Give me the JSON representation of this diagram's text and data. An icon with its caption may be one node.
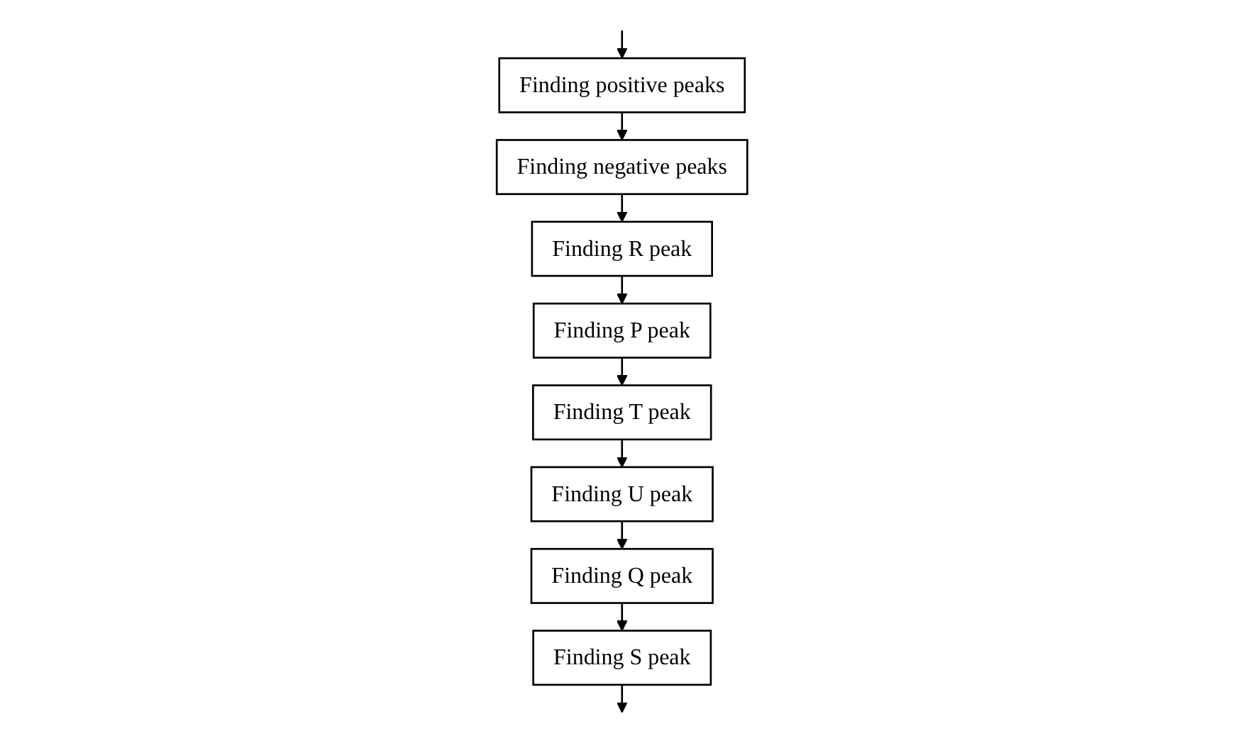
{
  "diagram": {
    "nodes": [
      {
        "text": [
          "Finding positive peaks"
        ]
      },
      {
        "text": [
          "Finding negative peaks"
        ]
      },
      {
        "text": [
          "Finding R peak"
        ]
      },
      {
        "text": [
          "Finding P peak"
        ]
      },
      {
        "text": [
          "Finding T peak"
        ]
      },
      {
        "text": [
          "Finding U peak"
        ]
      },
      {
        "text": [
          "Finding Q peak"
        ]
      },
      {
        "text": [
          "Finding S peak"
        ]
      }
    ],
    "edges": [
      {
        "from": null,
        "to": 0,
        "arrow": "to"
      },
      {
        "from": 0,
        "to": 1,
        "arrow": "to"
      },
      {
        "from": 1,
        "to": 2,
        "arrow": "to"
      },
      {
        "from": 2,
        "to": 3,
        "arrow": "to"
      },
      {
        "from": 3,
        "to": 4,
        "arrow": "to"
      },
      {
        "from": 4,
        "to": 5,
        "arrow": "to"
      },
      {
        "from": 5,
        "to": 6,
        "arrow": "to"
      },
      {
        "from": 6,
        "to": 7,
        "arrow": "to"
      },
      {
        "from": 7,
        "to": null,
        "arrow": "to"
      }
    ]
  }
}
